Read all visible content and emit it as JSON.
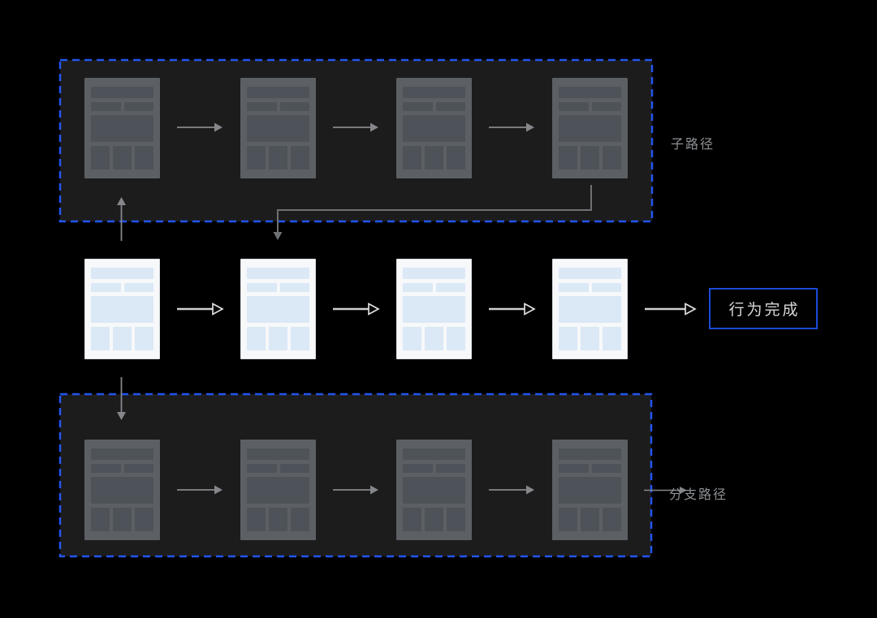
{
  "labels": {
    "sub_path": "子路径",
    "branch_path": "分支路径"
  },
  "end_node": {
    "label": "行为完成"
  },
  "colors": {
    "panel_bg": "#1c1c1d",
    "panel_border": "#2255ee",
    "dim_card_bg": "#5c6064",
    "dim_card_block": "#4d5358",
    "card_bg": "#f7f8fa",
    "card_border": "#d9dce1",
    "card_block": "#dbe8f6",
    "arrow_grey": "#85878a",
    "arrow_light": "#cfd0d1",
    "arrow_elbow": "#6e7174",
    "label_text": "#8e9194",
    "end_border": "#1a4ad6",
    "end_text": "#d7d8d9"
  },
  "diagram": {
    "rows": [
      {
        "id": "sub-path-row",
        "style": "dim",
        "card_count": 4,
        "label": "子路径"
      },
      {
        "id": "main-path-row",
        "style": "bright",
        "card_count": 4,
        "label": ""
      },
      {
        "id": "branch-path-row",
        "style": "dim",
        "card_count": 4,
        "label": "分支路径"
      }
    ]
  }
}
